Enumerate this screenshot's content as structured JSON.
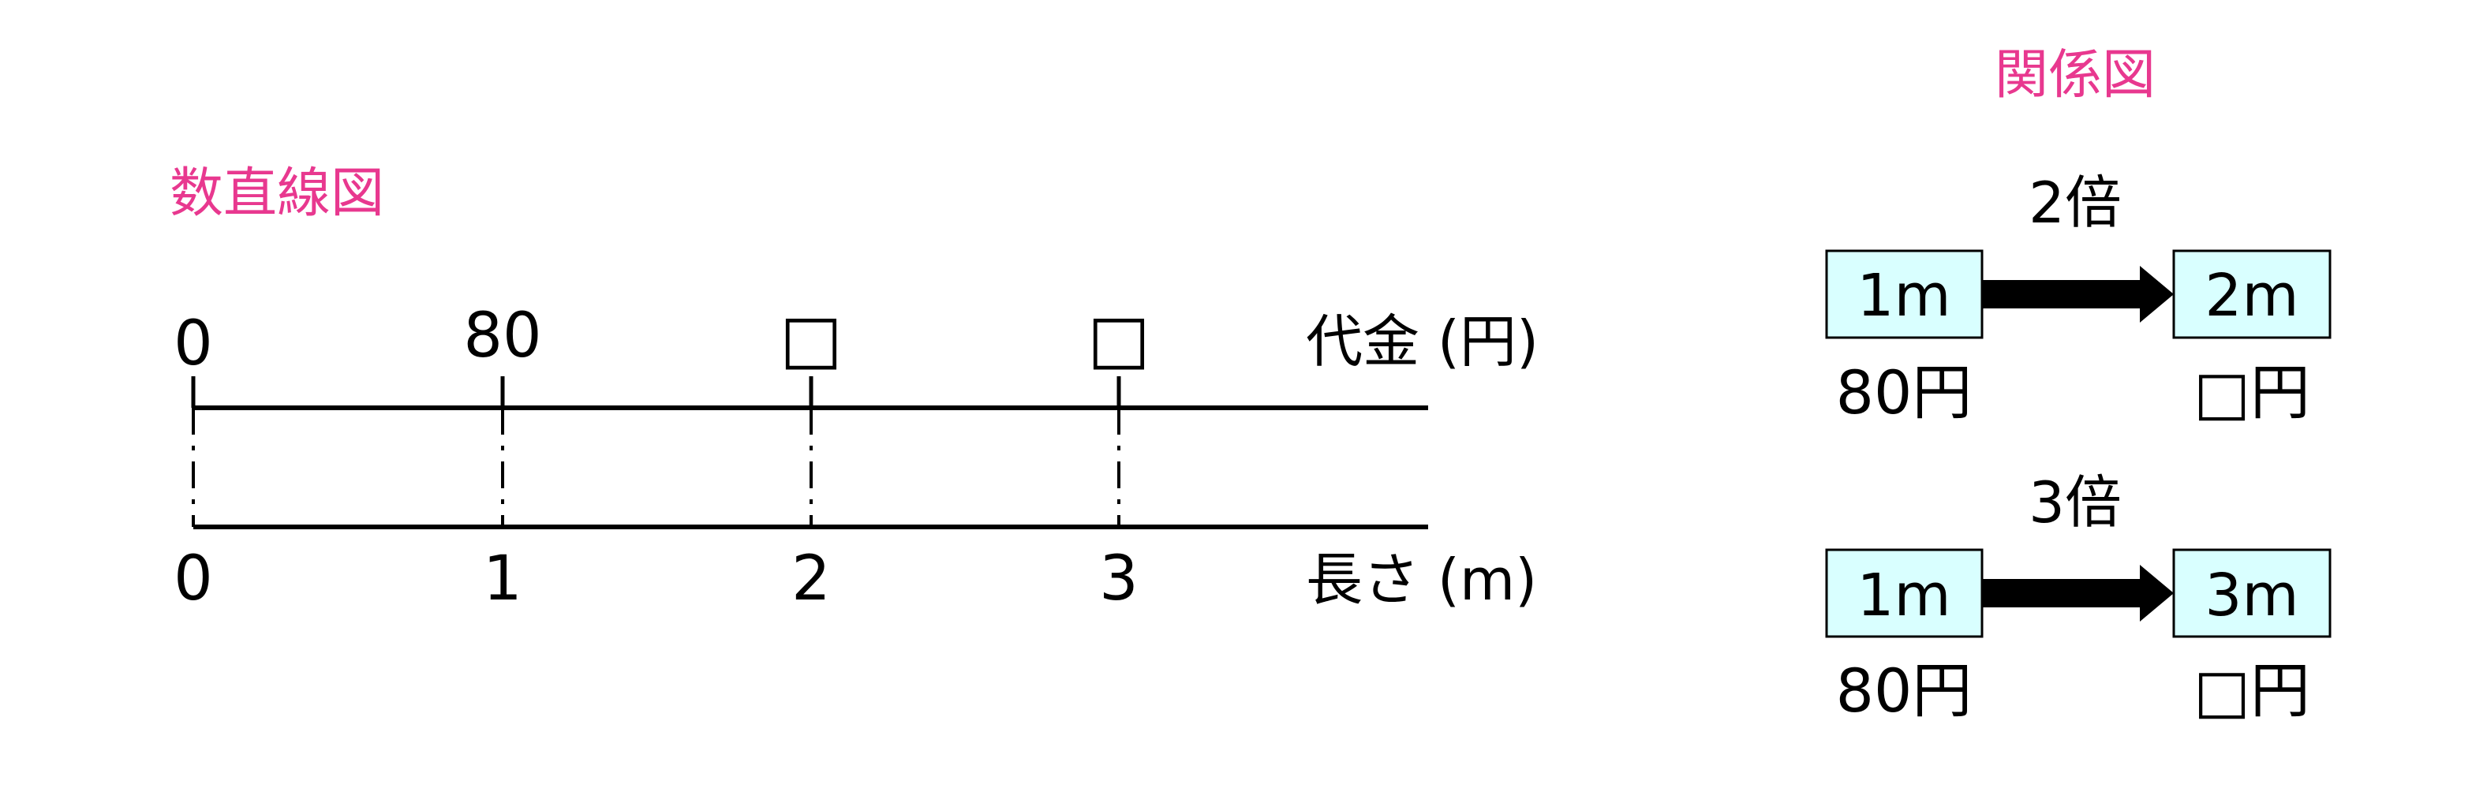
{
  "number_line_diagram": {
    "title": "数直線図",
    "top_line": {
      "unit_label": "代金 (円)",
      "labels": [
        "0",
        "80",
        "□",
        "□"
      ]
    },
    "bottom_line": {
      "unit_label": "長さ (m)",
      "labels": [
        "0",
        "1",
        "2",
        "3"
      ]
    }
  },
  "relation_diagram": {
    "title": "関係図",
    "rows": [
      {
        "multiplier": "2倍",
        "from_box": "1m",
        "to_box": "2m",
        "from_price": "80円",
        "to_price": "□円"
      },
      {
        "multiplier": "3倍",
        "from_box": "1m",
        "to_box": "3m",
        "from_price": "80円",
        "to_price": "□円"
      }
    ]
  },
  "colors": {
    "title": "#e8388f",
    "box_fill": "#d9ffff",
    "line": "#000000"
  }
}
